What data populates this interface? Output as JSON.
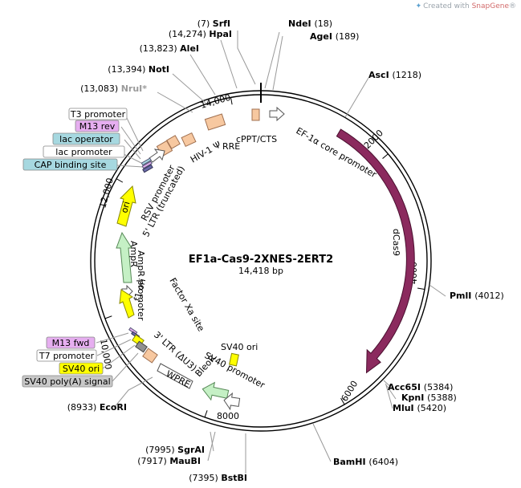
{
  "credit": {
    "prefix": "Created with",
    "brand": "SnapGene",
    "mark": "®",
    "icon": "snapgene-icon"
  },
  "plasmid": {
    "name": "EF1a-Cas9-2XNES-2ERT2",
    "size_label": "14,418 bp",
    "length": 14418
  },
  "ticks": [
    {
      "pos": 2000,
      "label": "2000"
    },
    {
      "pos": 4000,
      "label": "4000"
    },
    {
      "pos": 6000,
      "label": "6000"
    },
    {
      "pos": 8000,
      "label": "8000"
    },
    {
      "pos": 10000,
      "label": "10,000"
    },
    {
      "pos": 12000,
      "label": "12,000"
    },
    {
      "pos": 14000,
      "label": "14,000"
    }
  ],
  "sites": [
    {
      "name": "SrfI",
      "pos_label": "(7)",
      "pos_first": true,
      "pos": 7
    },
    {
      "name": "NdeI",
      "pos_label": "(18)",
      "pos_first": false,
      "pos": 18
    },
    {
      "name": "AgeI",
      "pos_label": "(189)",
      "pos_first": false,
      "pos": 189
    },
    {
      "name": "AscI",
      "pos_label": "(1218)",
      "pos_first": false,
      "pos": 1218
    },
    {
      "name": "PmlI",
      "pos_label": "(4012)",
      "pos_first": false,
      "pos": 4012
    },
    {
      "name": "Acc65I",
      "pos_label": "(5384)",
      "pos_first": false,
      "pos": 5384
    },
    {
      "name": "KpnI",
      "pos_label": "(5388)",
      "pos_first": false,
      "pos": 5388
    },
    {
      "name": "MluI",
      "pos_label": "(5420)",
      "pos_first": false,
      "pos": 5420
    },
    {
      "name": "BamHI",
      "pos_label": "(6404)",
      "pos_first": false,
      "pos": 6404
    },
    {
      "name": "BstBI",
      "pos_label": "(7395)",
      "pos_first": true,
      "pos": 7395
    },
    {
      "name": "MauBI",
      "pos_label": "(7917)",
      "pos_first": true,
      "pos": 7917
    },
    {
      "name": "SgrAI",
      "pos_label": "(7995)",
      "pos_first": true,
      "pos": 7995
    },
    {
      "name": "EcoRI",
      "pos_label": "(8933)",
      "pos_first": true,
      "pos": 8933
    },
    {
      "name": "NruI*",
      "pos_label": "(13,083)",
      "pos_first": true,
      "pos": 13083,
      "muted": true
    },
    {
      "name": "NotI",
      "pos_label": "(13,394)",
      "pos_first": true,
      "pos": 13394
    },
    {
      "name": "AleI",
      "pos_label": "(13,823)",
      "pos_first": true,
      "pos": 13823
    },
    {
      "name": "HpaI",
      "pos_label": "(14,274)",
      "pos_first": true,
      "pos": 14274
    }
  ],
  "boxed_labels": [
    {
      "text": "T3 promoter",
      "fill": "#ffffff"
    },
    {
      "text": "M13 rev",
      "fill": "#e6aef0"
    },
    {
      "text": "lac operator",
      "fill": "#a6d8e0"
    },
    {
      "text": "lac promoter",
      "fill": "#ffffff"
    },
    {
      "text": "CAP binding site",
      "fill": "#a6d8e0"
    },
    {
      "text": "M13 fwd",
      "fill": "#e6aef0"
    },
    {
      "text": "T7 promoter",
      "fill": "#ffffff"
    },
    {
      "text": "SV40 ori",
      "fill": "#ffff00"
    },
    {
      "text": "SV40 poly(A) signal",
      "fill": "#c8c8c8"
    }
  ],
  "features": [
    {
      "name": "dCas9",
      "color": "#8b2a5e"
    },
    {
      "name": "EF-1α core promoter",
      "color": "#ffffff"
    },
    {
      "name": "cPPT/CTS",
      "color": "#f7c8a0"
    },
    {
      "name": "RRE",
      "color": "#f7c8a0"
    },
    {
      "name": "HIV-1 Ψ",
      "color": "#f7c8a0"
    },
    {
      "name": "RSV promoter",
      "color": "#ffffff"
    },
    {
      "name": "5' LTR (truncated)",
      "color": "#f7c8a0"
    },
    {
      "name": "ori",
      "color": "#ffff00"
    },
    {
      "name": "AmpR",
      "color": "#c5f0c5"
    },
    {
      "name": "AmpR promoter",
      "color": "#ffffff"
    },
    {
      "name": "f1 ori",
      "color": "#ffff00"
    },
    {
      "name": "3' LTR (ΔU3)",
      "color": "#f7c8a0"
    },
    {
      "name": "WPRE",
      "color": "#ffffff"
    },
    {
      "name": "BleoR",
      "color": "#c5f0c5"
    },
    {
      "name": "SV40 promoter",
      "color": "#ffffff"
    },
    {
      "name": "SV40 ori",
      "color": "#ffff00"
    },
    {
      "name": "Factor Xa site",
      "color": "#ffffff"
    }
  ]
}
